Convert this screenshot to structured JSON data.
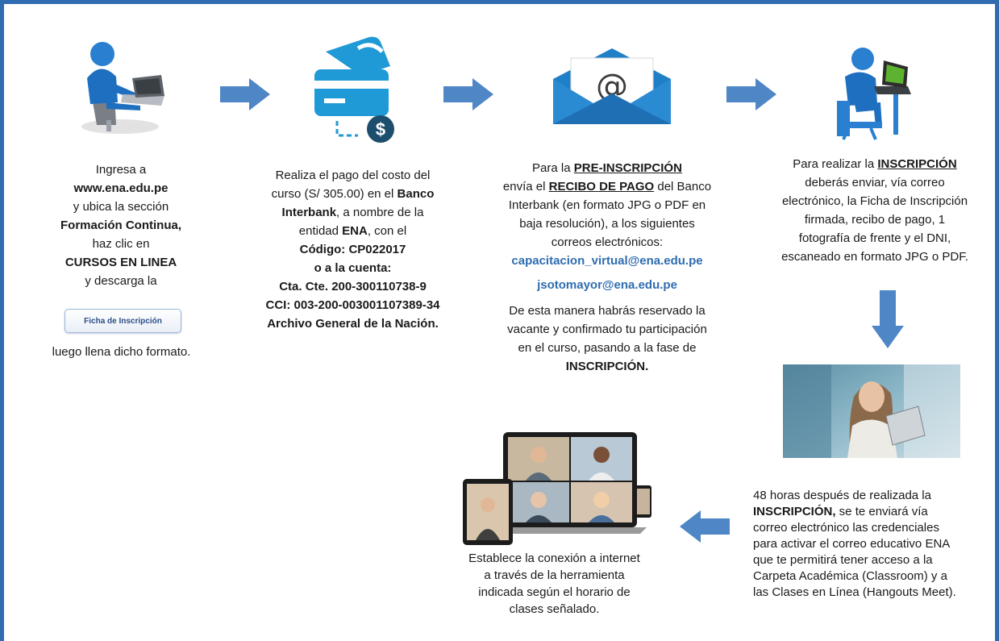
{
  "step1": {
    "line1": "Ingresa a",
    "line2": "www.ena.edu.pe",
    "line3": "y ubica la sección",
    "line4": "Formación Continua,",
    "line5": "haz clic en",
    "line6": "CURSOS EN LINEA",
    "line7": "y descarga la",
    "button_label": "Ficha de Inscripción",
    "line8": "luego llena dicho formato."
  },
  "step2": {
    "line1": "Realiza el pago del costo del",
    "line2": "curso (S/ 305.00) en el ",
    "line2_bold": "Banco",
    "line3_bold": "Interbank",
    "line3": ", a nombre de la",
    "line4": "entidad ",
    "line4_bold": "ENA",
    "line4_end": ", con el",
    "line5": "Código: CP022017",
    "line6": "o a la cuenta:",
    "line7": "Cta. Cte. 200-300110738-9",
    "line8": "CCI: 003-200-003001107389-34",
    "line9": "Archivo General de la Nación."
  },
  "step3": {
    "line1": "Para la ",
    "line1_u": "PRE-INSCRIPCIÓN",
    "line2": "envía el ",
    "line2_u": "RECIBO DE PAGO",
    "line2_end": " del Banco",
    "line3": "Interbank (en formato JPG o PDF en",
    "line4": "baja resolución), a los siguientes",
    "line5": "correos electrónicos:",
    "email1": "capacitacion_virtual@ena.edu.pe",
    "email2": "jsotomayor@ena.edu.pe",
    "line6": "De esta manera habrás reservado la",
    "line7": "vacante y confirmado tu participación",
    "line8": "en el curso, pasando a la fase de",
    "line9": "INSCRIPCIÓN."
  },
  "step4": {
    "line1": "Para realizar la ",
    "line1_u": "INSCRIPCIÓN",
    "line2": "deberás enviar, vía correo",
    "line3": "electrónico, la Ficha de Inscripción",
    "line4": "firmada, recibo de pago, 1",
    "line5": "fotografía de frente y el DNI,",
    "line6": "escaneado en formato JPG o PDF."
  },
  "step5": {
    "line1": "48 horas después de realizada la",
    "line2_bold": "INSCRIPCIÓN,",
    "line2": " se te enviará vía",
    "line3": "correo electrónico las credenciales",
    "line4": "para activar el correo educativo ENA",
    "line5": "que te permitirá tener acceso a la",
    "line6": "Carpeta Académica (Classroom) y a",
    "line7": "las Clases en Línea (Hangouts Meet)."
  },
  "step6": {
    "line1": "Establece la conexión a internet",
    "line2": "a través de la herramienta",
    "line3": "indicada según el horario de",
    "line4": "clases señalado."
  },
  "icons": {
    "computer_user": "person-at-laptop-icon",
    "payment": "card-payment-dollar-icon",
    "email": "email-envelope-at-icon",
    "sitting_user": "person-sitting-laptop-icon",
    "photo": "student-with-tablet-photo",
    "devices": "videoconference-devices-icon"
  },
  "colors": {
    "accent": "#2f6db0",
    "arrow": "#4f86c6",
    "payment": "#1f9ad6",
    "dollar": "#1d4e6e"
  }
}
